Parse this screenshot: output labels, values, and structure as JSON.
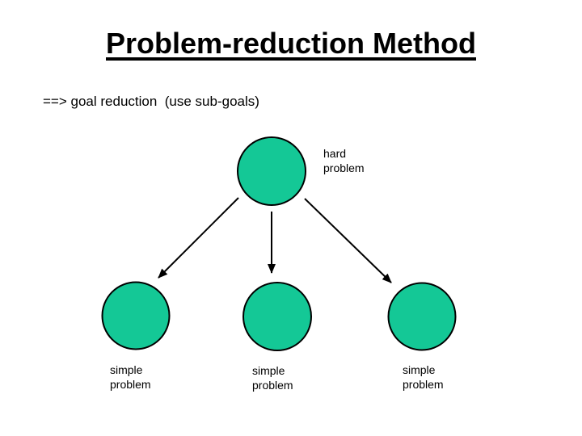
{
  "slide": {
    "title": "Problem-reduction Method",
    "subtitle": "==> goal reduction  (use sub-goals)"
  },
  "diagram": {
    "root": {
      "line1": "hard",
      "line2": "problem"
    },
    "children": [
      {
        "line1": "simple",
        "line2": "problem"
      },
      {
        "line1": "simple",
        "line2": "problem"
      },
      {
        "line1": "simple",
        "line2": "problem"
      }
    ]
  },
  "colors": {
    "background": "#FFFFFF",
    "node_fill": "#14C896",
    "node_stroke": "#000000",
    "text": "#000000",
    "arrow": "#000000"
  }
}
